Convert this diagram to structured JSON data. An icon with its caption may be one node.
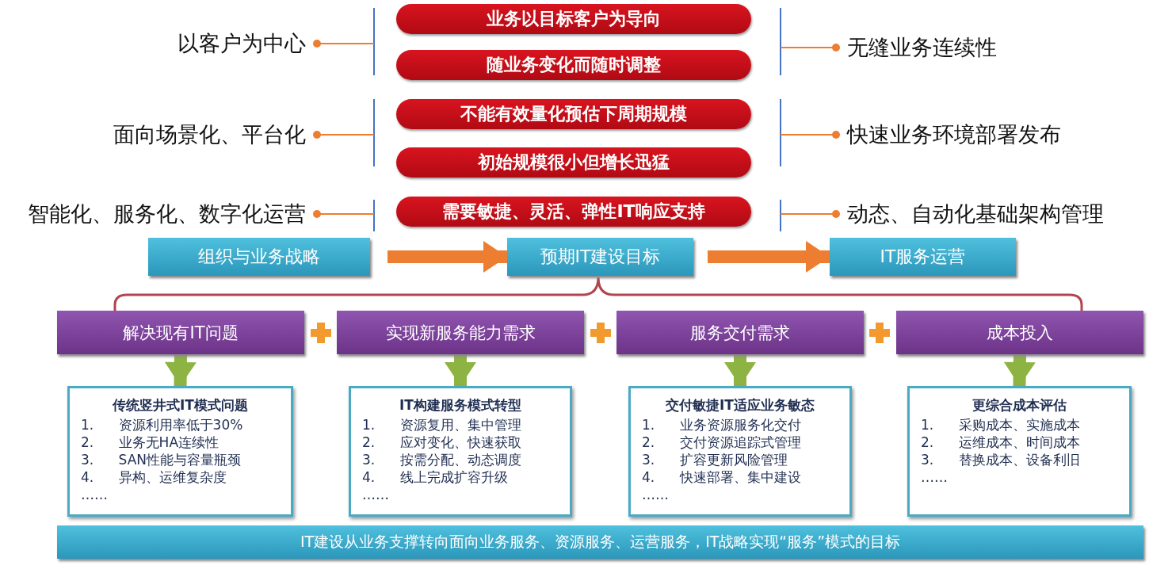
{
  "diagram": {
    "nodes": [
      {
        "text": [
          "以客户为中心"
        ]
      },
      {
        "text": [
          "面向场景化、平台化"
        ]
      },
      {
        "text": [
          "智能化、服务化、数字化运营"
        ]
      },
      {
        "text": [
          "业务以目标客户为导向"
        ]
      },
      {
        "text": [
          "随业务变化而随时调整"
        ]
      },
      {
        "text": [
          "不能有效量化预估下周期规模"
        ]
      },
      {
        "text": [
          "初始规模很小但增长迅猛"
        ]
      },
      {
        "text": [
          "需要敏捷、灵活、弹性IT响应支持"
        ]
      },
      {
        "text": [
          "无缝业务连续性"
        ]
      },
      {
        "text": [
          "快速业务环境部署发布"
        ]
      },
      {
        "text": [
          "动态、自动化基础架构管理"
        ]
      },
      {
        "text": [
          "组织与业务战略"
        ]
      },
      {
        "text": [
          "预期IT建设目标"
        ]
      },
      {
        "text": [
          "IT服务运营"
        ]
      },
      {
        "text": [
          "解决现有IT问题"
        ]
      },
      {
        "text": [
          "实现新服务能力需求"
        ]
      },
      {
        "text": [
          "服务交付需求"
        ]
      },
      {
        "text": [
          "成本投入"
        ]
      },
      {
        "text": [
          "传统竖井式IT模式问题",
          "1. 资源利用率低于30%",
          "2. 业务无HA连续性",
          "3. SAN性能与容量瓶颈",
          "4. 异构、运维复杂度",
          "……"
        ]
      },
      {
        "text": [
          "IT构建服务模式转型",
          "1. 资源复用、集中管理",
          "2. 应对变化、快速获取",
          "3. 按需分配、动态调度",
          "4. 线上完成扩容升级",
          "……"
        ]
      },
      {
        "text": [
          "交付敏捷IT适应业务敏态",
          "1. 业务资源服务化交付",
          "2. 交付资源追踪式管理",
          "3. 扩容更新风险管理",
          "4. 快速部署、集中建设",
          "……"
        ]
      },
      {
        "text": [
          "更综合成本评估",
          "1. 采购成本、实施成本",
          "2. 运维成本、时间成本",
          "3. 替换成本、设备利旧",
          "……"
        ]
      },
      {
        "text": [
          "IT建设从业务支撑转向面向业务服务、资源服务、运营服务，IT战略实现“服务”模式的目标"
        ]
      }
    ],
    "edges": [
      {
        "from": 0,
        "to": null,
        "arrow": "other"
      },
      {
        "from": 1,
        "to": null,
        "arrow": "other"
      },
      {
        "from": 2,
        "to": null,
        "arrow": "other"
      },
      {
        "from": 8,
        "to": null,
        "arrow": "other"
      },
      {
        "from": 9,
        "to": null,
        "arrow": "other"
      },
      {
        "from": 10,
        "to": null,
        "arrow": "other"
      },
      {
        "from": 11,
        "to": 12,
        "arrow": "to",
        "style": "thick"
      },
      {
        "from": 12,
        "to": 13,
        "arrow": "to",
        "style": "thick"
      },
      {
        "from": 14,
        "to": 18,
        "arrow": "to",
        "style": "thick",
        "color": "#8db342"
      },
      {
        "from": 15,
        "to": 19,
        "arrow": "to",
        "style": "thick",
        "color": "#8db342"
      },
      {
        "from": 16,
        "to": 20,
        "arrow": "to",
        "style": "thick",
        "color": "#8db342"
      },
      {
        "from": 17,
        "to": 21,
        "arrow": "to",
        "style": "thick",
        "color": "#8db342"
      }
    ]
  }
}
